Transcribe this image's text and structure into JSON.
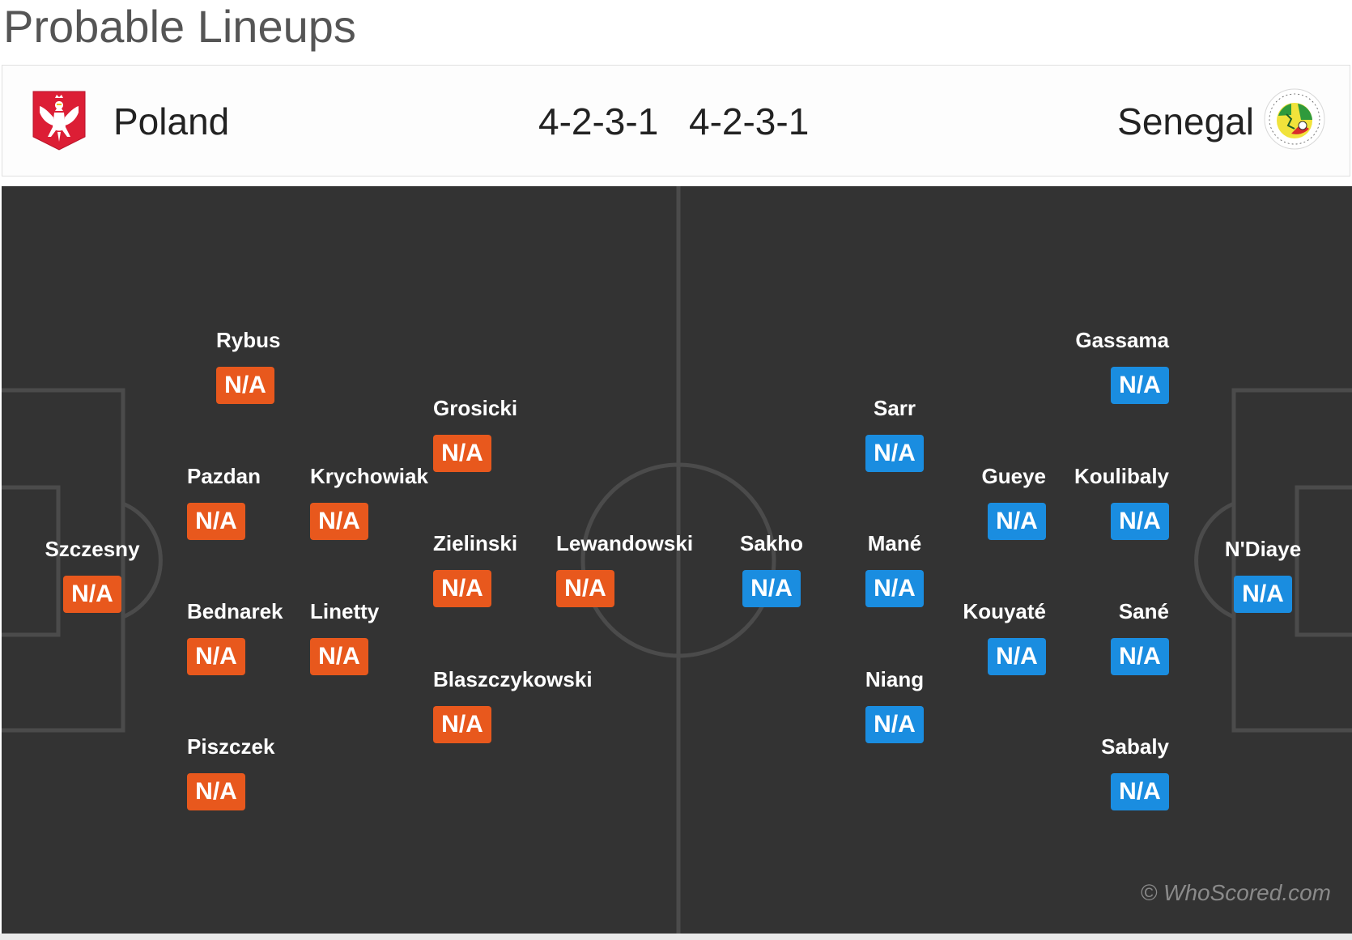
{
  "page_title": "Probable Lineups",
  "home": {
    "name": "Poland",
    "formation": "4-2-3-1",
    "badge_icon": "poland-eagle-crest-icon",
    "color": "#e8581d",
    "players": [
      {
        "name": "Szczesny",
        "rating": "N/A"
      },
      {
        "name": "Rybus",
        "rating": "N/A"
      },
      {
        "name": "Pazdan",
        "rating": "N/A"
      },
      {
        "name": "Bednarek",
        "rating": "N/A"
      },
      {
        "name": "Piszczek",
        "rating": "N/A"
      },
      {
        "name": "Krychowiak",
        "rating": "N/A"
      },
      {
        "name": "Linetty",
        "rating": "N/A"
      },
      {
        "name": "Grosicki",
        "rating": "N/A"
      },
      {
        "name": "Zielinski",
        "rating": "N/A"
      },
      {
        "name": "Blaszczykowski",
        "rating": "N/A"
      },
      {
        "name": "Lewandowski",
        "rating": "N/A"
      }
    ]
  },
  "away": {
    "name": "Senegal",
    "formation": "4-2-3-1",
    "badge_icon": "senegal-football-federation-crest-icon",
    "color": "#1a8de0",
    "players": [
      {
        "name": "N'Diaye",
        "rating": "N/A"
      },
      {
        "name": "Gassama",
        "rating": "N/A"
      },
      {
        "name": "Koulibaly",
        "rating": "N/A"
      },
      {
        "name": "Sané",
        "rating": "N/A"
      },
      {
        "name": "Sabaly",
        "rating": "N/A"
      },
      {
        "name": "Gueye",
        "rating": "N/A"
      },
      {
        "name": "Kouyaté",
        "rating": "N/A"
      },
      {
        "name": "Sarr",
        "rating": "N/A"
      },
      {
        "name": "Mané",
        "rating": "N/A"
      },
      {
        "name": "Niang",
        "rating": "N/A"
      },
      {
        "name": "Sakho",
        "rating": "N/A"
      }
    ]
  },
  "watermark": "© WhoScored.com",
  "pitch_color": "#333333"
}
